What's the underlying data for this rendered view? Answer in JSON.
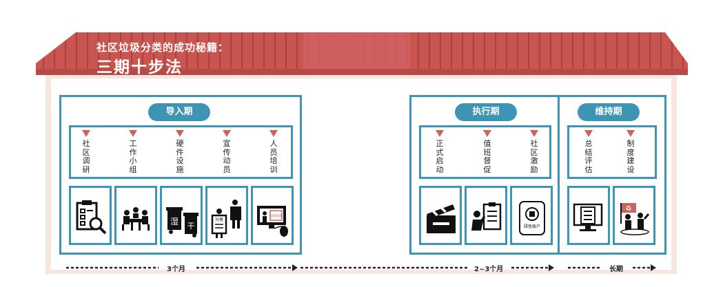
{
  "title": {
    "line1": "社区垃圾分类的成功秘籍：",
    "line2": "三期十步法"
  },
  "phases": {
    "intro": {
      "label": "导入期",
      "steps": [
        "社区调研",
        "工作小组",
        "硬件设施",
        "宣传动员",
        "人员培训"
      ]
    },
    "execute": {
      "label": "执行期",
      "steps": [
        "正式启动",
        "值班督促",
        "社区激励"
      ]
    },
    "maintain": {
      "label": "维持期",
      "steps": [
        "总结评估",
        "制度建设"
      ]
    }
  },
  "icons": [
    "clipboard-search-icon",
    "team-meeting-icon",
    "wet-dry-bins-icon",
    "promotion-boards-icon",
    "training-screen-icon",
    "clapperboard-icon",
    "inspector-checklist-icon",
    "reward-card-icon",
    "report-monitor-icon",
    "recycling-flag-icon"
  ],
  "bin_labels": {
    "wet": "湿",
    "dry": "干"
  },
  "small_labels": {
    "sort": "分类",
    "trash_sort": "垃圾分类",
    "stamp_title": "绿色账户"
  },
  "timeline": {
    "p1": "3个月",
    "p2": "2~3个月",
    "p3": "长期"
  },
  "colors": {
    "roof": "#c95550",
    "accent": "#3e95b3",
    "marker": "#c9655a",
    "wall": "#f6e6dd"
  }
}
